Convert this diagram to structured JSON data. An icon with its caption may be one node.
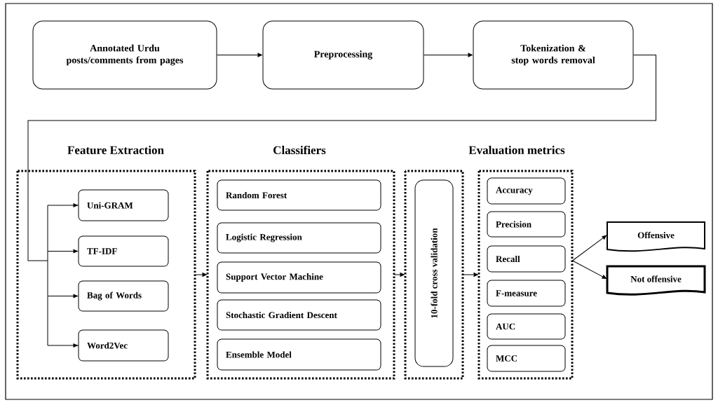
{
  "diagram": {
    "nodes": [
      {
        "text": [
          "Annotated Urdu posts/comments from pages"
        ]
      },
      {
        "text": [
          "Preprocessing"
        ]
      },
      {
        "text": [
          "Tokenization & stop words removal"
        ]
      },
      {
        "text": [
          "Feature Extraction"
        ]
      },
      {
        "text": [
          "Uni-GRAM"
        ],
        "in": 3
      },
      {
        "text": [
          "TF-IDF"
        ],
        "in": 3
      },
      {
        "text": [
          "Bag of Words"
        ],
        "in": 3
      },
      {
        "text": [
          "Word2Vec"
        ],
        "in": 3
      },
      {
        "text": [
          "Classifiers"
        ]
      },
      {
        "text": [
          "Random Forest"
        ],
        "in": 8
      },
      {
        "text": [
          "Logistic Regression"
        ],
        "in": 8
      },
      {
        "text": [
          "Support Vector Machine"
        ],
        "in": 8
      },
      {
        "text": [
          "Stochastic Gradient Descent"
        ],
        "in": 8
      },
      {
        "text": [
          "Ensemble Model"
        ],
        "in": 8
      },
      {
        "text": [],
        "shape": "box"
      },
      {
        "text": [
          "10-fold cross validation"
        ],
        "in": 14
      },
      {
        "text": [
          "Evaluation metrics"
        ]
      },
      {
        "text": [
          "Accuracy"
        ],
        "in": 16
      },
      {
        "text": [
          "Precision"
        ],
        "in": 16
      },
      {
        "text": [
          "Recall"
        ],
        "in": 16
      },
      {
        "text": [
          "F-measure"
        ],
        "in": 16
      },
      {
        "text": [
          "AUC"
        ],
        "in": 16
      },
      {
        "text": [
          "MCC"
        ],
        "in": 16
      },
      {
        "text": [
          "Offensive"
        ]
      },
      {
        "text": [
          "Not offensive"
        ]
      }
    ],
    "edges": [
      {
        "from": 0,
        "to": 1,
        "arrow": "to"
      },
      {
        "from": 1,
        "to": 2,
        "arrow": "to"
      },
      {
        "from": 2,
        "to": 4,
        "arrow": "to"
      },
      {
        "from": 2,
        "to": 5,
        "arrow": "to"
      },
      {
        "from": 2,
        "to": 6,
        "arrow": "to"
      },
      {
        "from": 2,
        "to": 7,
        "arrow": "to"
      },
      {
        "from": 3,
        "to": 8,
        "arrow": "to"
      },
      {
        "from": 8,
        "to": 14,
        "arrow": "to"
      },
      {
        "from": 14,
        "to": 16,
        "arrow": "to"
      },
      {
        "from": 16,
        "to": 23,
        "arrow": "to"
      },
      {
        "from": 16,
        "to": 24,
        "arrow": "to"
      }
    ]
  }
}
